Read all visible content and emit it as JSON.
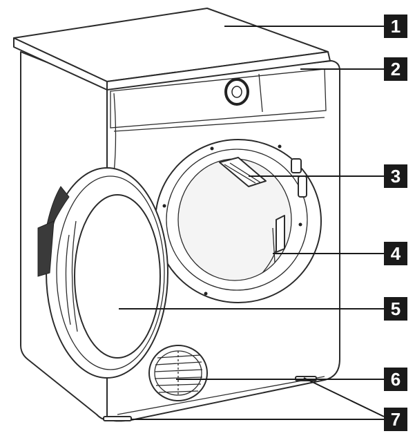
{
  "callouts": [
    {
      "label": "1",
      "part": "top-cover"
    },
    {
      "label": "2",
      "part": "control-panel"
    },
    {
      "label": "3",
      "part": "drum-lint-filter"
    },
    {
      "label": "4",
      "part": "door-seal"
    },
    {
      "label": "5",
      "part": "door"
    },
    {
      "label": "6",
      "part": "ventilation-grille"
    },
    {
      "label": "7",
      "part": "adjustable-feet"
    }
  ],
  "colors": {
    "ink": "#2b2b2b",
    "callout_fill": "#1a1a1a",
    "callout_text": "#ffffff"
  }
}
